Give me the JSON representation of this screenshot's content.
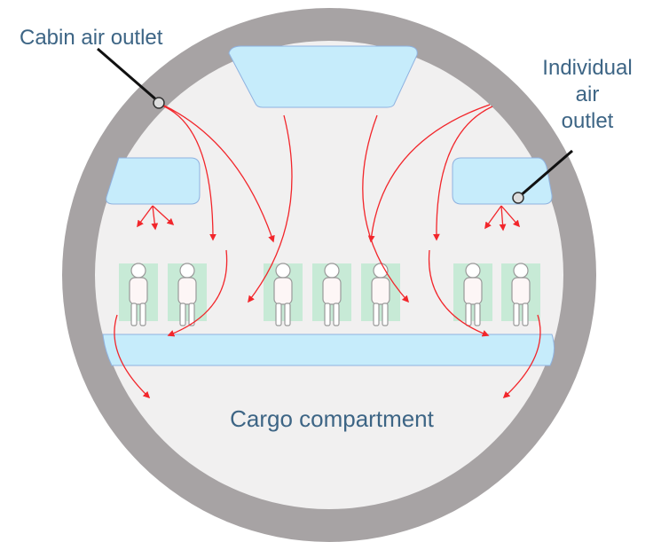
{
  "labels": {
    "cabin_air_outlet": "Cabin air outlet",
    "individual_air_outlet": [
      "Individual",
      "air",
      "outlet"
    ],
    "cargo_compartment": "Cargo compartment"
  },
  "colors": {
    "fuselage": "#a7a3a4",
    "cabin": "#f1f0f0",
    "bin": "#c6ecfb",
    "seat": "#c7ead6",
    "airflow": "#f2262b",
    "label": "#3d6585"
  }
}
